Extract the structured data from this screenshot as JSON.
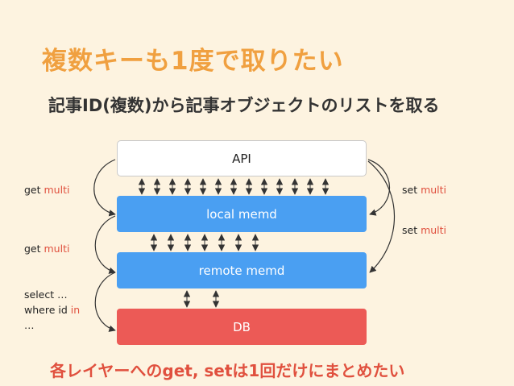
{
  "title": "複数キーも1度で取りたい",
  "subtitle": "記事ID(複数)から記事オブジェクトのリストを取る",
  "layers": {
    "api": "API",
    "local": "local memd",
    "remote": "remote memd",
    "db": "DB"
  },
  "labels": {
    "get1_prefix": "get ",
    "get1_hl": "multi",
    "get2_prefix": "get ",
    "get2_hl": "multi",
    "set1_prefix": "set ",
    "set1_hl": "multi",
    "set2_prefix": "set ",
    "set2_hl": "multi",
    "select_line1": "select …",
    "select_line2_prefix": "where id ",
    "select_line2_hl": "in",
    "select_line3": "…"
  },
  "footer": "各レイヤーへのget, setは1回だけにまとめたい"
}
